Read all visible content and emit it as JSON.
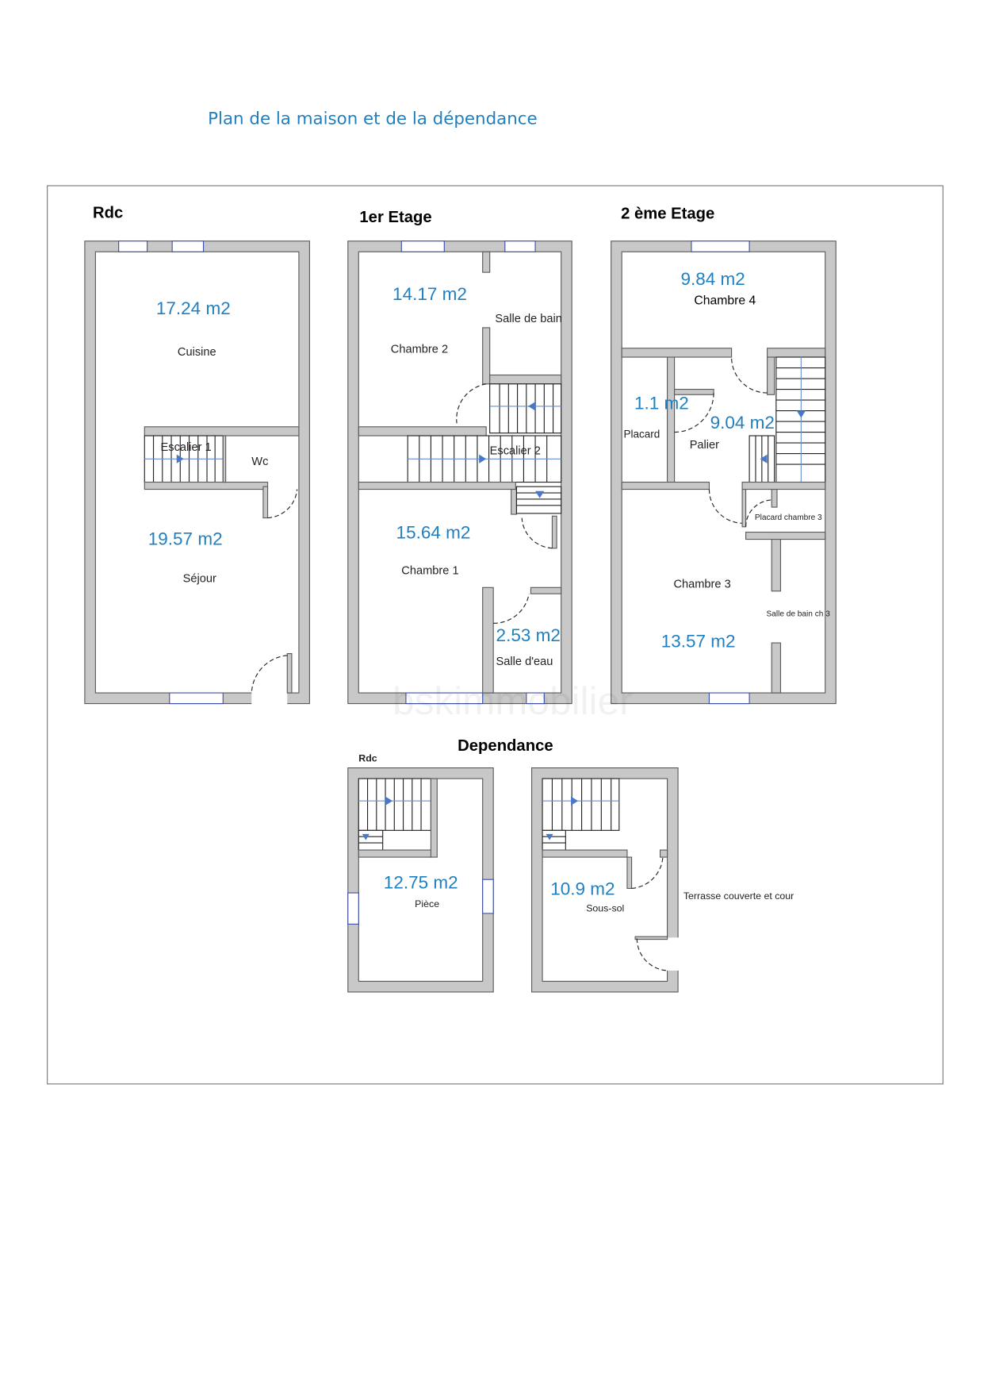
{
  "title": "Plan de la maison et de la dépendance",
  "house": {
    "rdc": {
      "label": "Rdc",
      "rooms": [
        {
          "name": "Cuisine",
          "area": "17.24 m2"
        },
        {
          "name": "Escalier 1"
        },
        {
          "name": "Wc"
        },
        {
          "name": "Séjour",
          "area": "19.57 m2"
        }
      ]
    },
    "etage1": {
      "label": "1er Etage",
      "rooms": [
        {
          "name": "Chambre 2",
          "area": "14.17 m2"
        },
        {
          "name": "Salle de bain"
        },
        {
          "name": "Escalier 2"
        },
        {
          "name": "Chambre 1",
          "area": "15.64 m2"
        },
        {
          "name": "Salle d'eau",
          "area": "2.53 m2"
        }
      ]
    },
    "etage2": {
      "label": "2 ème Etage",
      "rooms": [
        {
          "name": "Chambre 4",
          "area": "9.84 m2"
        },
        {
          "name": "Placard",
          "area": "1.1 m2"
        },
        {
          "name": "Palier",
          "area": "9.04 m2"
        },
        {
          "name": "Placard chambre 3"
        },
        {
          "name": "Chambre 3",
          "area": "13.57 m2"
        },
        {
          "name": "Salle de bain ch 3"
        }
      ]
    }
  },
  "dependance": {
    "label": "Dependance",
    "rdc_label": "Rdc",
    "rooms": [
      {
        "name": "Pièce",
        "area": "12.75 m2"
      },
      {
        "name": "Sous-sol",
        "area": "10.9 m2"
      }
    ],
    "outside_label": "Terrasse couverte et cour"
  },
  "watermark": "bskimmobilier",
  "colors": {
    "area_text": "#1f7fc0",
    "wall": "#c8c8c8",
    "arrow": "#4a78c8"
  }
}
